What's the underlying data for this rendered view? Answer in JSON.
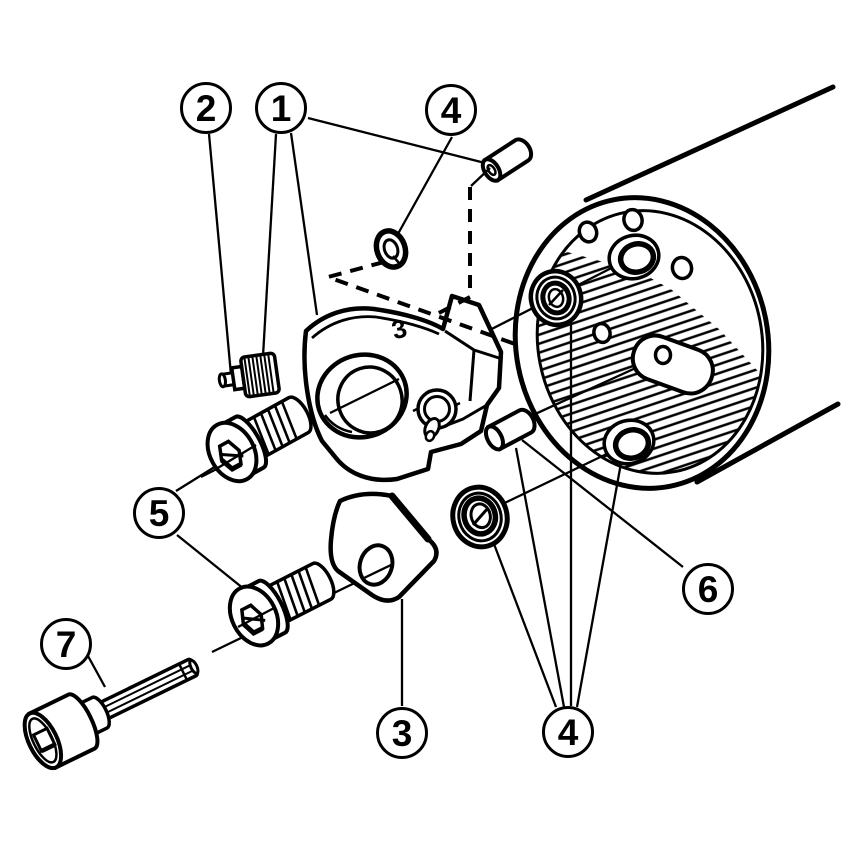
{
  "figure": {
    "type": "exploded-assembly-diagram",
    "background_color": "#ffffff",
    "stroke_color": "#000000",
    "callouts": [
      {
        "id": "callout-2",
        "label": "2"
      },
      {
        "id": "callout-1",
        "label": "1"
      },
      {
        "id": "callout-4-top",
        "label": "4"
      },
      {
        "id": "callout-5",
        "label": "5"
      },
      {
        "id": "callout-7",
        "label": "7"
      },
      {
        "id": "callout-3",
        "label": "3"
      },
      {
        "id": "callout-4-bottom",
        "label": "4"
      },
      {
        "id": "callout-6",
        "label": "6"
      }
    ],
    "part_markings": [
      {
        "id": "cartridge-engraving",
        "label": "3"
      }
    ]
  }
}
